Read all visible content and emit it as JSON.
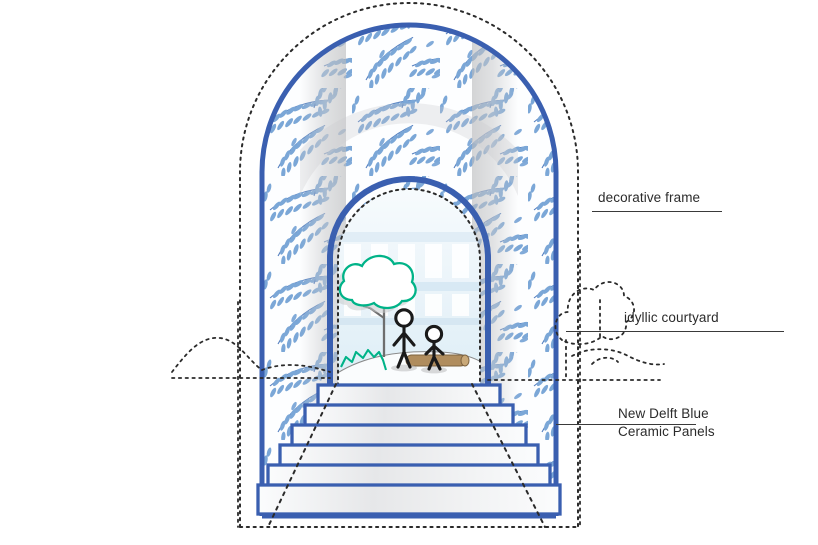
{
  "illustration": {
    "title": "New Delft Blue arched ceramic facade section",
    "colors": {
      "frame_blue": "#3a5fb0",
      "frame_blue_dark": "#2d4e9e",
      "leaf_blue": "#7ba7d7",
      "leaf_stem_blue": "#5580c0",
      "pattern_bg": "#fdfeff",
      "shadow_grey": "#d9dadb",
      "courtyard_sky": "#eef6fb",
      "green": "#00b388",
      "log_brown": "#b08d5e",
      "figure_black": "#1a1a1a",
      "dotted_black": "#2a2a2a",
      "step_fill": "#fbfcfd",
      "step_shade": "#e3e4e6"
    },
    "elements": {
      "outer_arch": "outer dotted construction arch",
      "main_arch": "solid blue decorative arch frame",
      "pattern_band": "delft blue leaf ceramic pattern band",
      "inner_arch": "inner arched opening with dotted edge",
      "courtyard": "idyllic courtyard scene",
      "tree": "green outlined tree with cloud canopy",
      "figure_standing": "standing stick figure",
      "figure_seated": "seated stick figure",
      "log_bench": "log bench",
      "steps": "six tiered entrance steps",
      "sightlines": "dotted diagonal sightlines",
      "ground_line": "horizontal dashed ground line",
      "bushes_left": "dotted bush outlines at left",
      "bushes_right": "dotted tree and shrub outlines at right"
    },
    "step_count": 6
  },
  "labels": {
    "decorative_frame": "decorative frame",
    "idyllic_courtyard": "idyllic courtyard",
    "panels_line1": "New Delft Blue",
    "panels_line2": "Ceramic Panels"
  }
}
